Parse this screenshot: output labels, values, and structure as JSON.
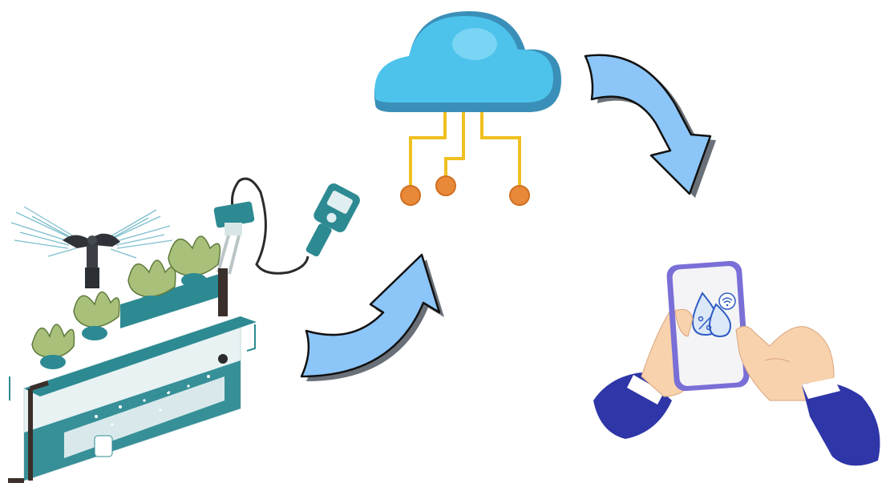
{
  "diagram": {
    "nodes": [
      {
        "id": "hydroponic-system",
        "icon": "hydroponic-system-with-sprinkler-and-sensor-icon"
      },
      {
        "id": "cloud",
        "icon": "cloud-network-icon"
      },
      {
        "id": "smartphone",
        "icon": "hands-holding-smartphone-icon"
      }
    ],
    "edges": [
      {
        "from": "hydroponic-system",
        "to": "cloud",
        "icon": "curved-arrow-up-icon"
      },
      {
        "from": "cloud",
        "to": "smartphone",
        "icon": "curved-arrow-down-icon"
      }
    ],
    "phone_screen_icon": "water-drop-percent-wifi-icon",
    "colors": {
      "arrow_fill": "#8cc5f7",
      "cloud_light": "#4dc3ec",
      "cloud_dark": "#3a8fb8",
      "circuit": "#f0c020",
      "node_orange": "#e8893a",
      "teal": "#2d8a92",
      "sleeve": "#2f36a8",
      "skin": "#f7d2ad",
      "leaf": "#a8c07a"
    }
  }
}
